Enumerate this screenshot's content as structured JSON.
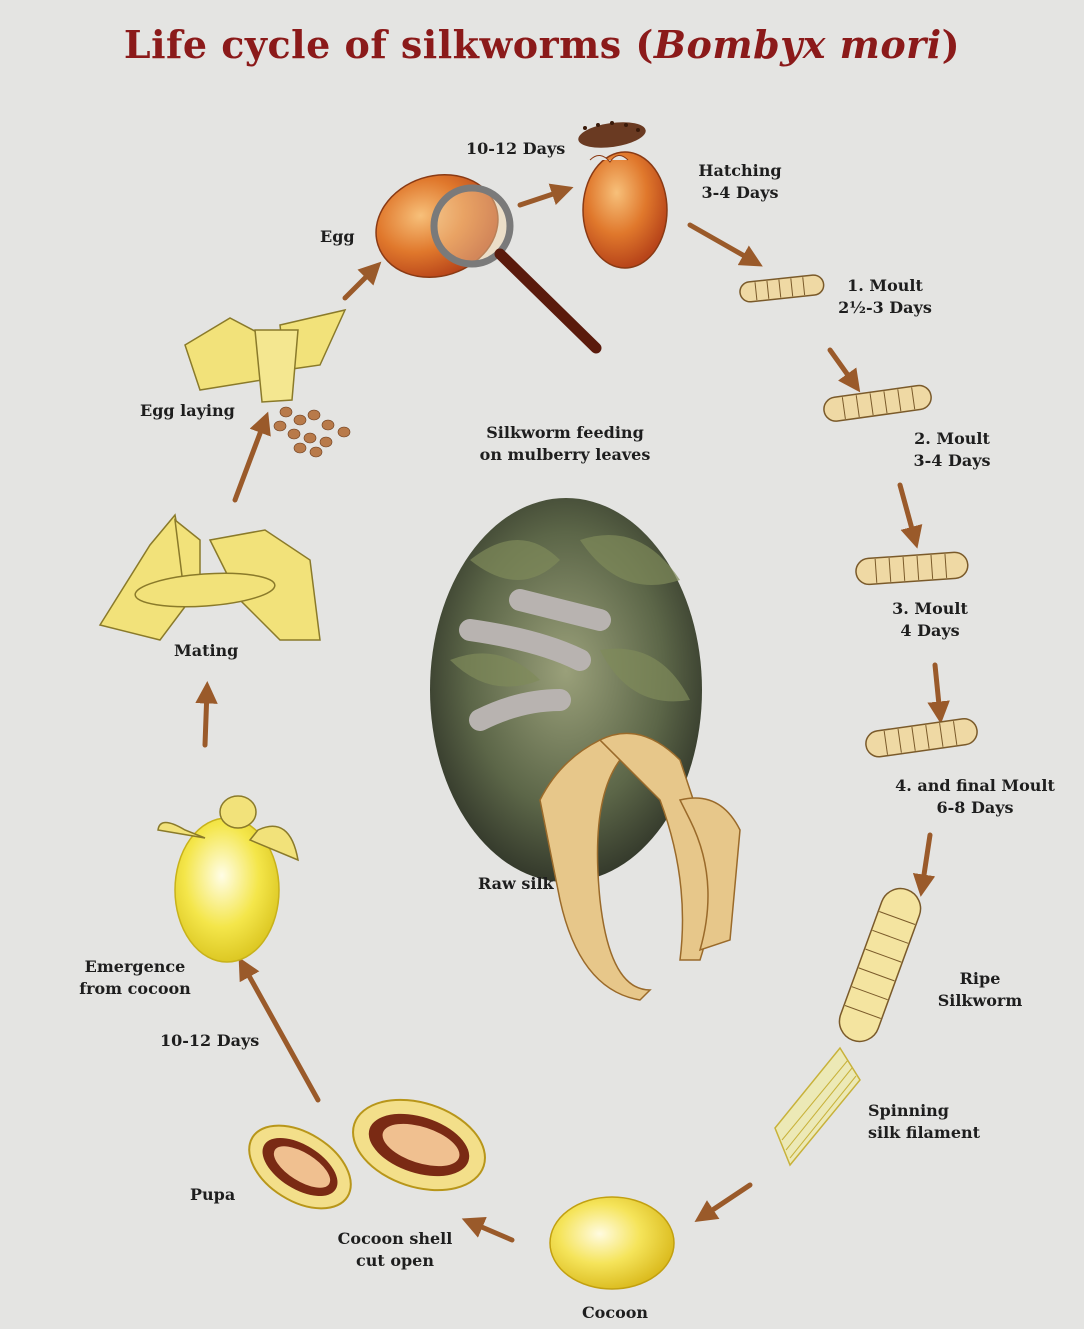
{
  "title": {
    "main": "Life cycle of silkworms (",
    "scientific": "Bombyx mori",
    "close": ")"
  },
  "labels": {
    "egg": "Egg",
    "egg_days": "10-12 Days",
    "hatching": [
      "Hatching",
      "3-4 Days"
    ],
    "moult1": [
      "1. Moult",
      "2½-3 Days"
    ],
    "moult2": [
      "2. Moult",
      "3-4 Days"
    ],
    "moult3": [
      "3. Moult",
      "4 Days"
    ],
    "moult4": [
      "4. and final Moult",
      "6-8 Days"
    ],
    "ripe": [
      "Ripe",
      "Silkworm"
    ],
    "spinning": [
      "Spinning",
      "silk filament"
    ],
    "cocoon": "Cocoon",
    "cut_open": [
      "Cocoon shell",
      "cut open"
    ],
    "pupa": "Pupa",
    "pupa_days": "10-12 Days",
    "emergence": [
      "Emergence",
      "from cocoon"
    ],
    "mating": "Mating",
    "egg_laying": "Egg laying",
    "feeding": [
      "Silkworm feeding",
      "on mulberry leaves"
    ],
    "raw_silk": "Raw silk"
  },
  "colors": {
    "title": "#8b1a1a",
    "arrow": "#9a5a2a",
    "egg": "#e0782c",
    "moth": "#f2e27a",
    "cocoon": "#f3dc2c",
    "larva": "#efd9a4"
  }
}
